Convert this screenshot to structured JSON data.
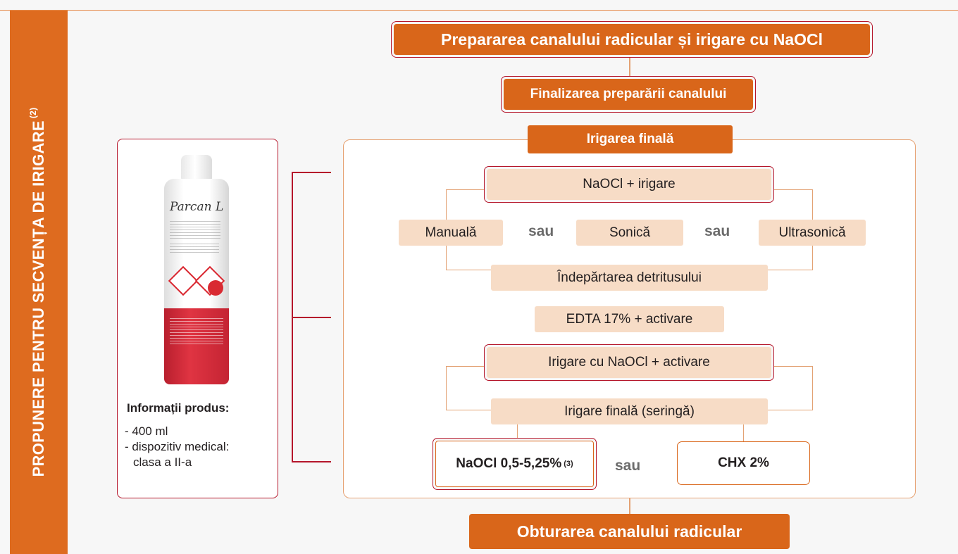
{
  "sidebar": {
    "title": "PROPUNERE PENTRU SECVENȚA DE IRIGARE",
    "title_ref": "(2)"
  },
  "flow": {
    "step1": "Prepararea canalului radicular și irigare cu NaOCl",
    "step2": "Finalizarea preparării canalului",
    "step3": "Irigarea finală",
    "naocl_irigare": "NaOCl + irigare",
    "manual": "Manuală",
    "sau1": "sau",
    "sonic": "Sonică",
    "sau2": "sau",
    "ultrasonic": "Ultrasonică",
    "debris": "Îndepărtarea detritusului",
    "edta": "EDTA 17% + activare",
    "naocl_activare": "Irigare cu NaOCl + activare",
    "final_syringe": "Irigare finală (seringă)",
    "naocl_conc": "NaOCl 0,5-5,25%",
    "naocl_conc_ref": "(3)",
    "sau3": "sau",
    "chx": "CHX 2%",
    "obturation": "Obturarea canalului radicular"
  },
  "product": {
    "bottle_brand": "Parcan L",
    "info_title": "Informații produs:",
    "line1": "- 400 ml",
    "line2": "- dispozitiv medical:",
    "line3": "clasa a II-a"
  },
  "colors": {
    "orange": "#d9661a",
    "crimson": "#b5162b",
    "peach": "#f7dcc6",
    "line": "#e3a274"
  }
}
